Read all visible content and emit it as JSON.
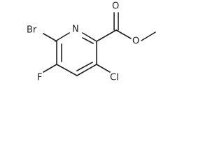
{
  "molecule": {
    "labels": {
      "bromine": "Br",
      "nitrogen": "N",
      "fluorine": "F",
      "chlorine": "Cl",
      "carbonyl_oxygen": "O",
      "ester_oxygen": "O"
    }
  }
}
